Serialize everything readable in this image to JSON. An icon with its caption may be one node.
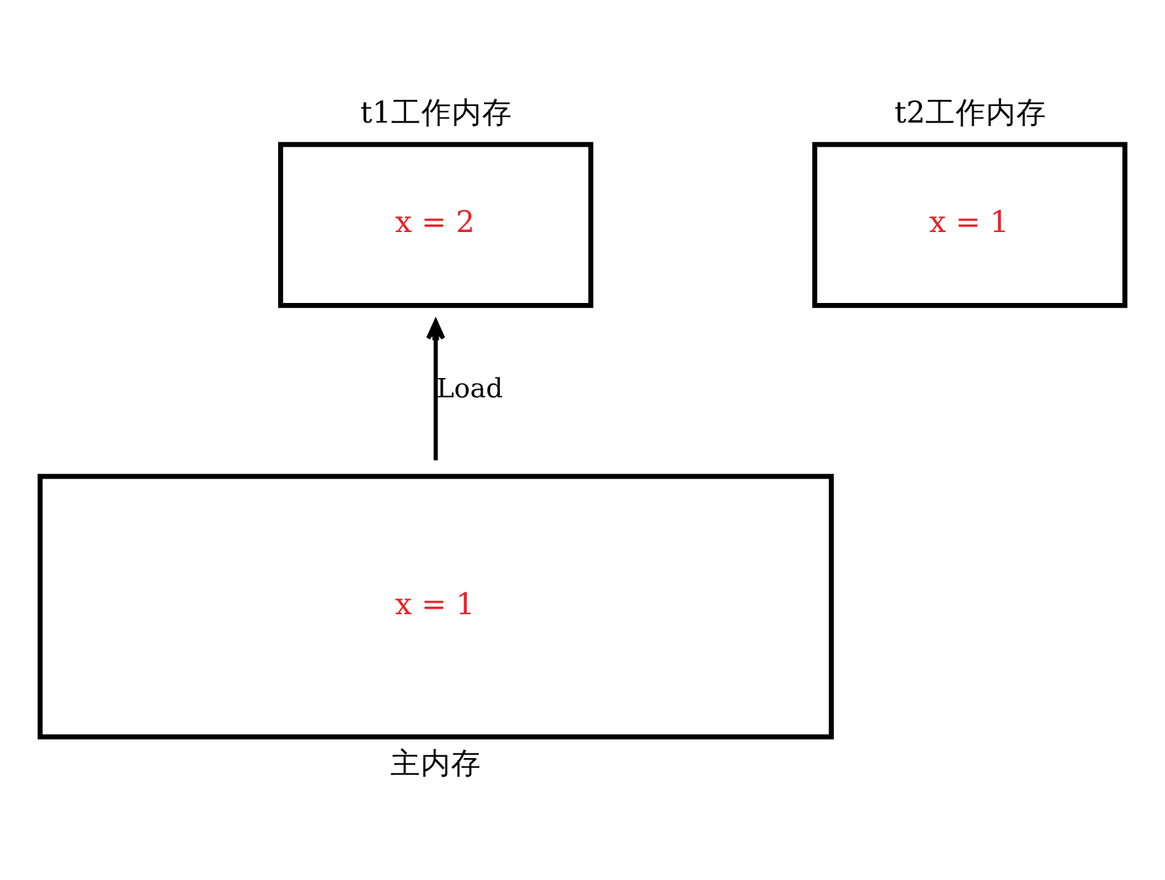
{
  "diagram": {
    "nodes": [
      {
        "text": [
          "t1工作内存",
          "x = 2"
        ]
      },
      {
        "text": [
          "t2工作内存",
          "x = 1"
        ]
      },
      {
        "text": [
          "x = 1",
          "主内存"
        ]
      }
    ],
    "edges": [
      {
        "from": 2,
        "to": 0,
        "arrow": "to",
        "label": "Load"
      }
    ]
  }
}
